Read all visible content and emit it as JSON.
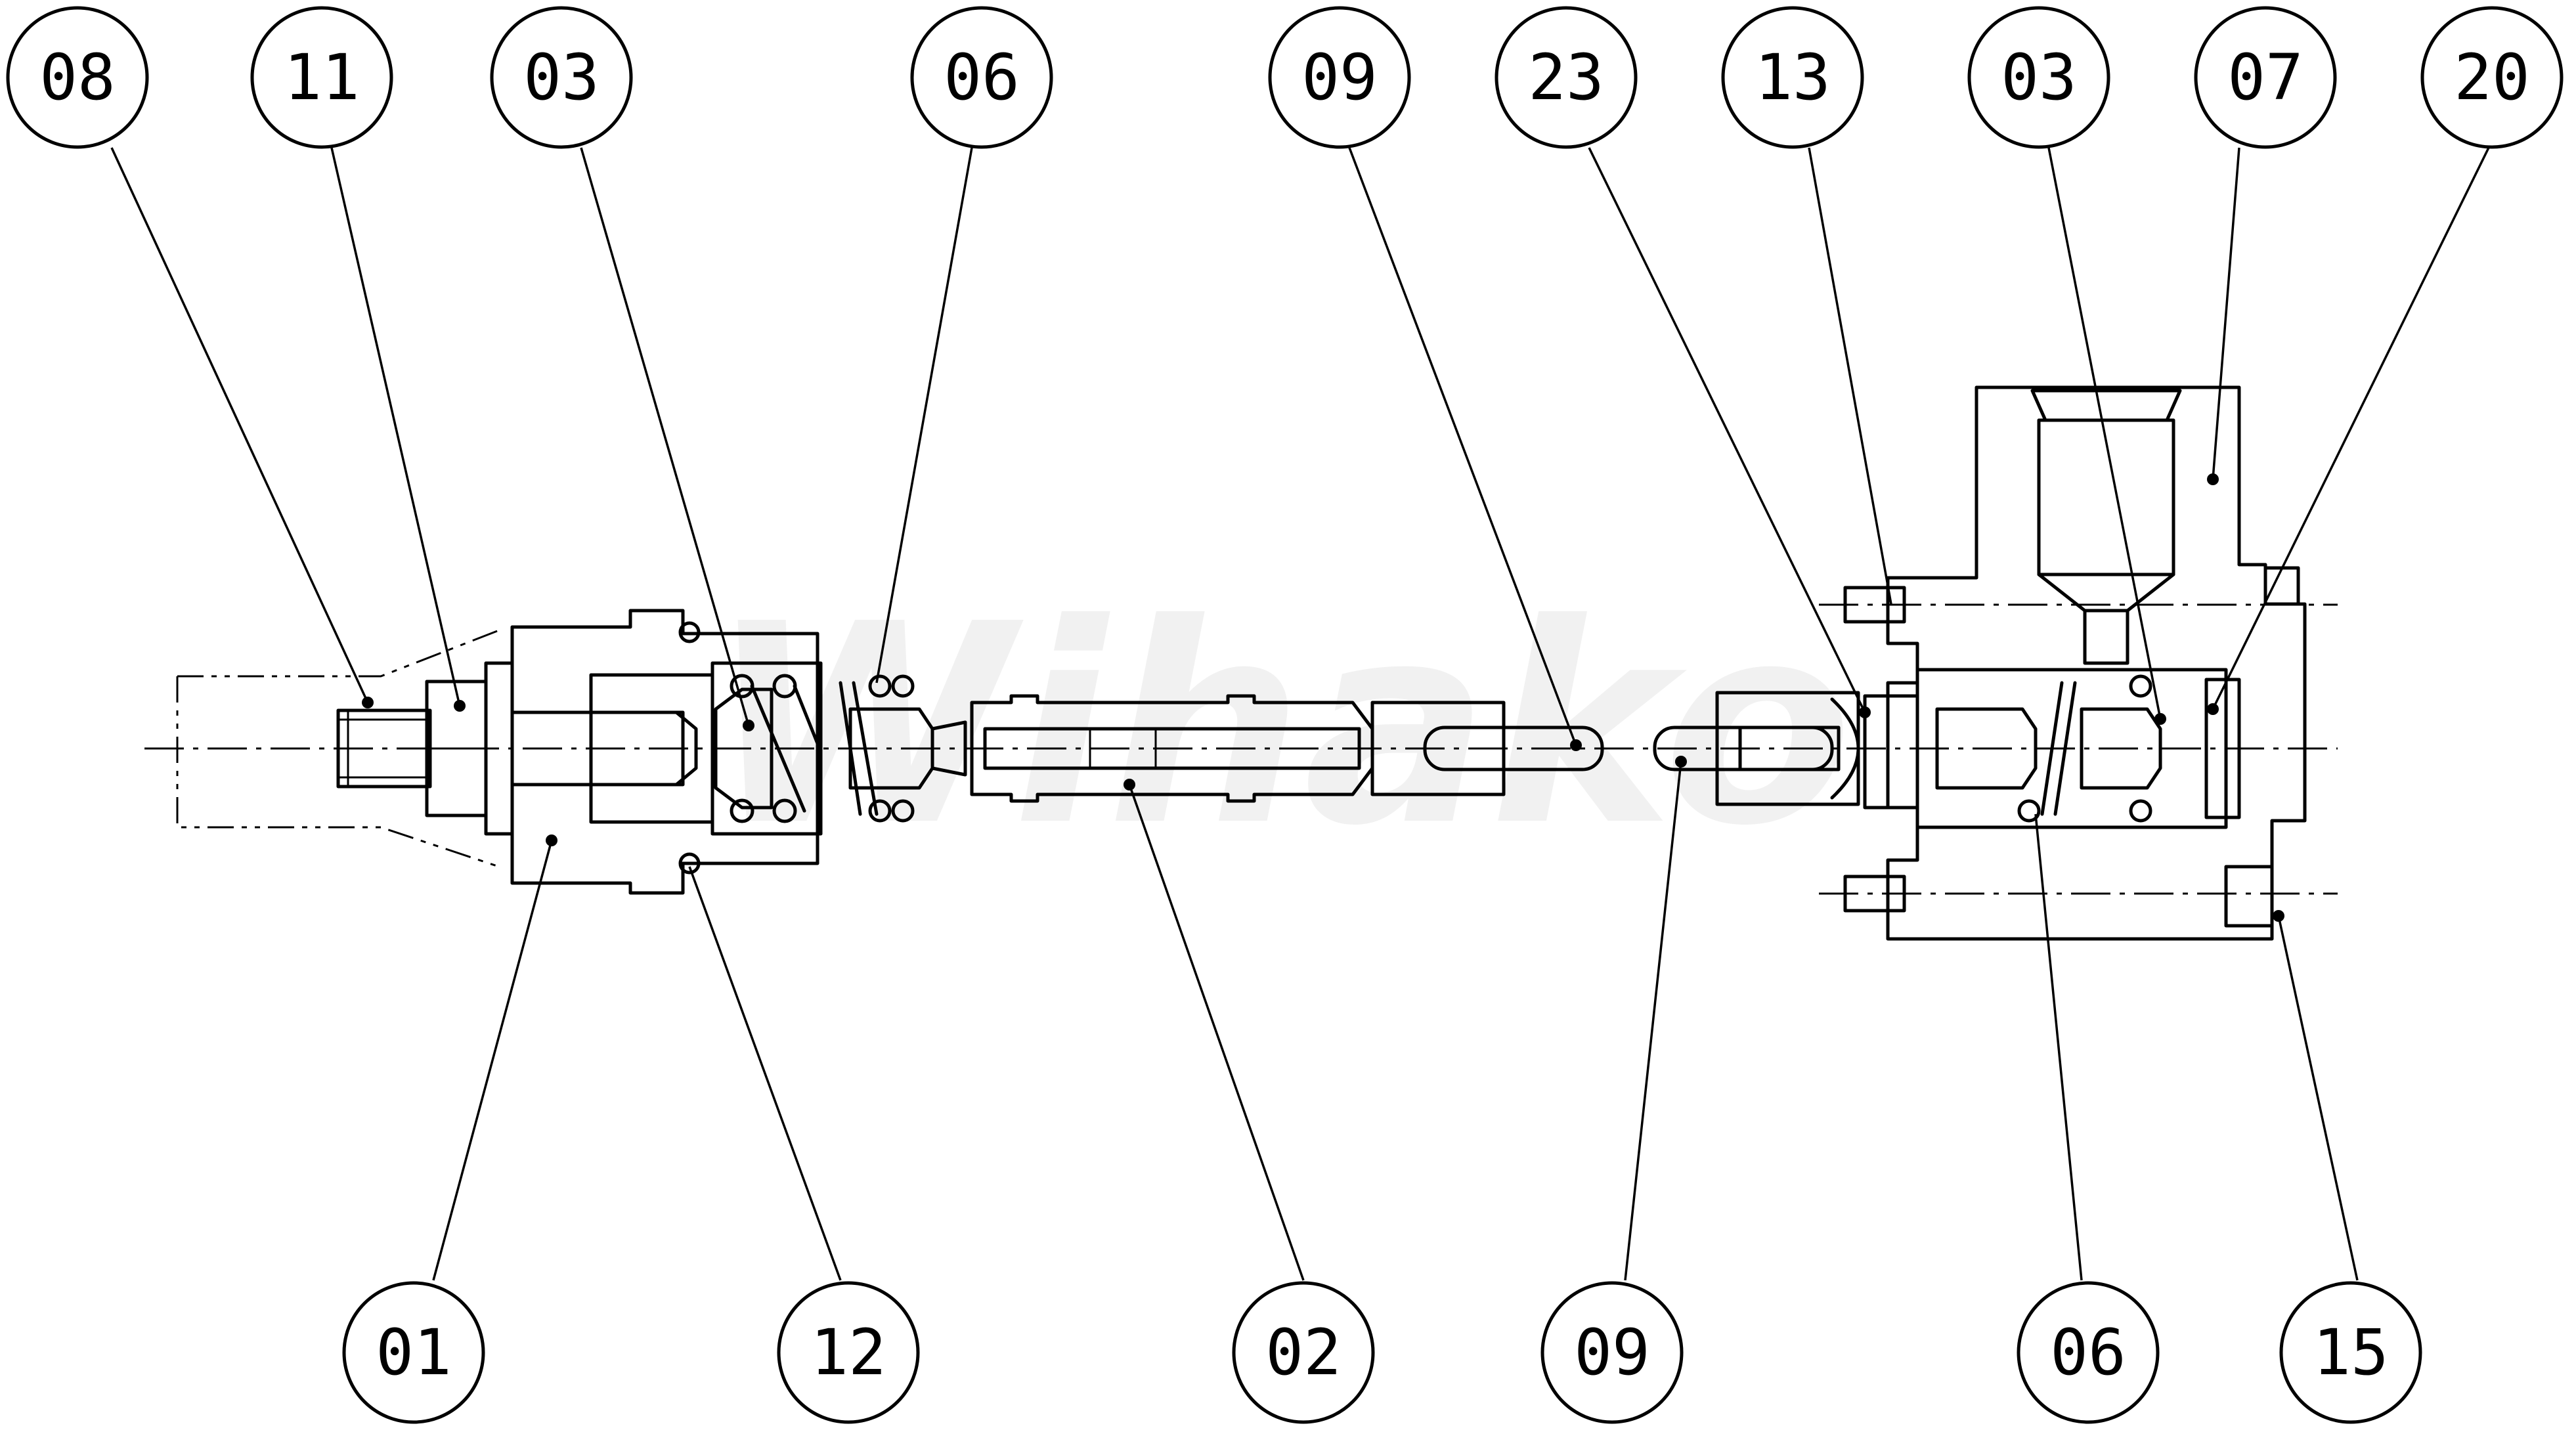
{
  "diagram": {
    "watermark": "Wihako",
    "callouts_top": [
      "08",
      "11",
      "03",
      "06",
      "09",
      "23",
      "13",
      "03",
      "07",
      "20"
    ],
    "callouts_bottom": [
      "01",
      "12",
      "02",
      "09",
      "06",
      "15"
    ]
  }
}
